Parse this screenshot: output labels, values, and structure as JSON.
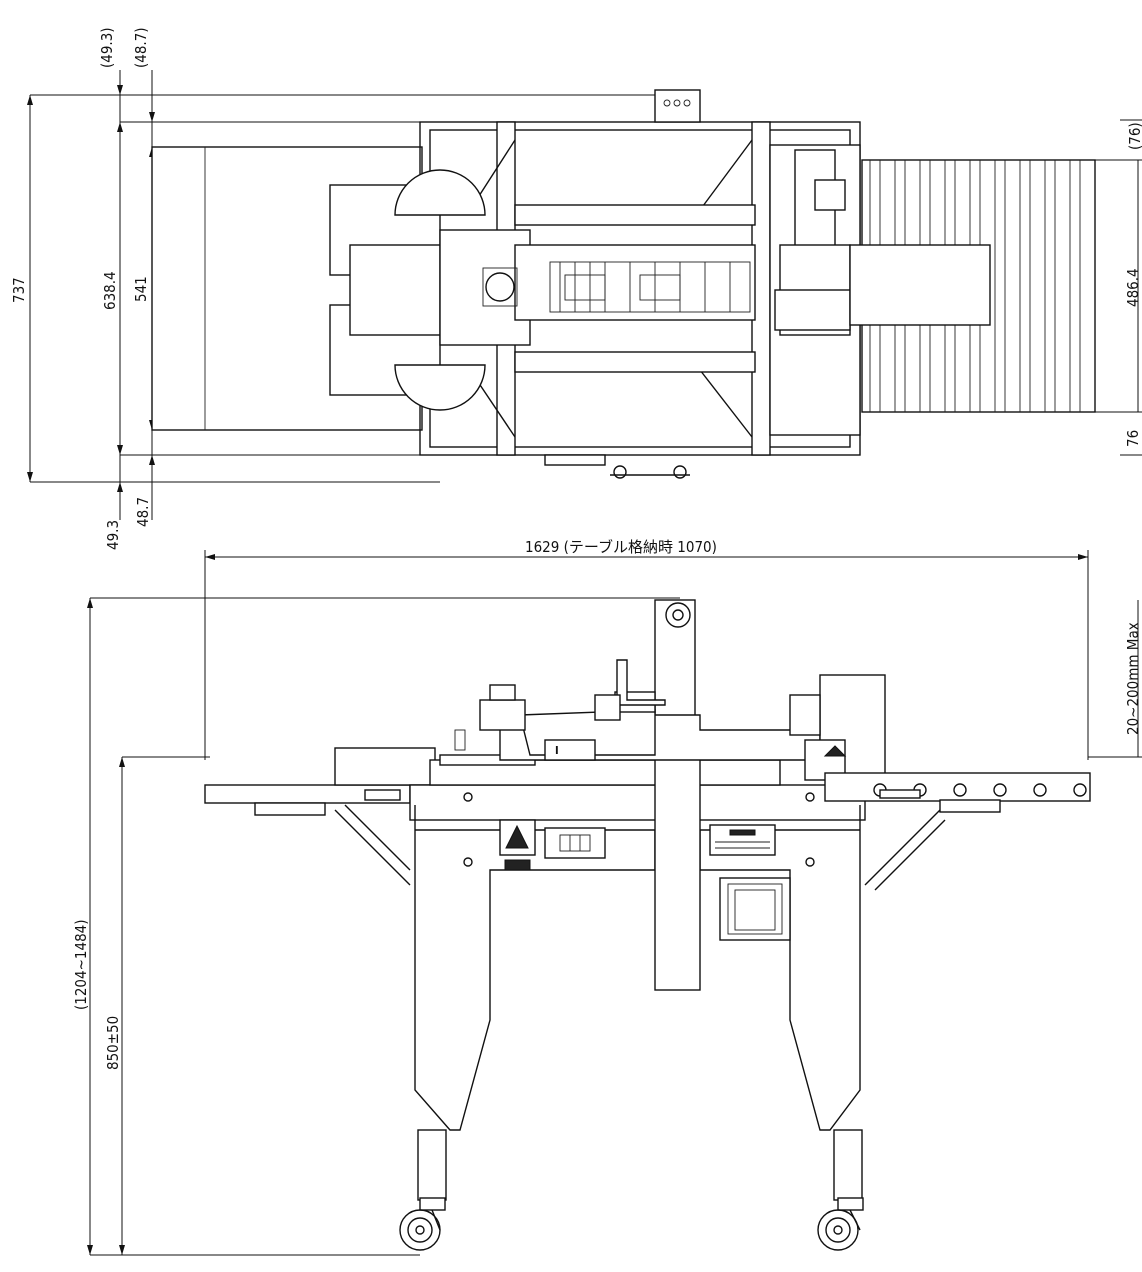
{
  "top_view": {
    "dims": {
      "top_offset_1": "(49.3)",
      "top_offset_2": "(48.7)",
      "overall_width": "737",
      "frame_width": "638.4",
      "inner_width": "541",
      "bottom_offset_1": "49.3",
      "bottom_offset_2": "48.7",
      "conveyor_edge_top": "(76)",
      "conveyor_width": "486.4",
      "conveyor_edge_bottom": "76"
    }
  },
  "side_view": {
    "dims": {
      "overall_length": "1629 (テーブル格納時 1070)",
      "overall_height": "(1204~1484)",
      "table_height": "850±50",
      "box_height_range": "20~200mm Max"
    }
  }
}
